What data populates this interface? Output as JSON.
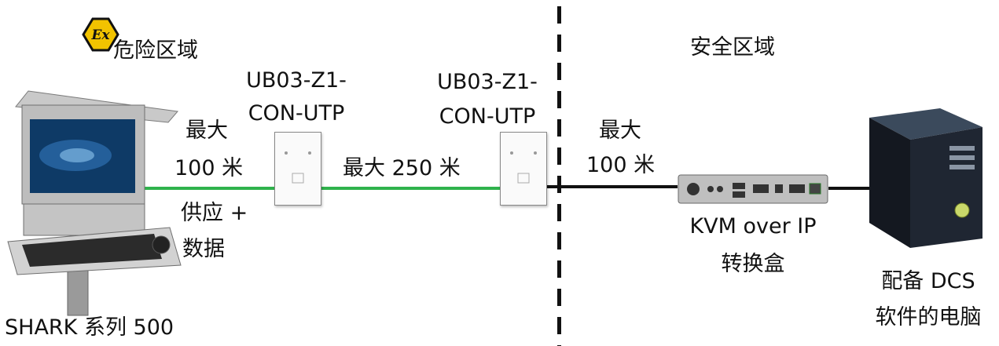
{
  "zones": {
    "hazardous": {
      "title": "危险区域",
      "ex_mark": "Ex"
    },
    "safe": {
      "title": "安全区域"
    }
  },
  "devices": {
    "shark": {
      "caption": "SHARK 系列 500"
    },
    "ub1": {
      "caption_line1": "UB03-Z1-",
      "caption_line2": "CON-UTP"
    },
    "ub2": {
      "caption_line1": "UB03-Z1-",
      "caption_line2": "CON-UTP"
    },
    "kvm": {
      "caption_line1": "KVM over IP",
      "caption_line2": "转换盒"
    },
    "pc": {
      "caption_line1": "配备 DCS",
      "caption_line2": "软件的电脑"
    }
  },
  "links": {
    "segment1": {
      "line1": "最大",
      "line2": "100 米",
      "line3": "供应 +",
      "line4": "数据",
      "color": "#2fb24c"
    },
    "segment2": {
      "line1": "最大 250 米",
      "color": "#2fb24c"
    },
    "segment3": {
      "line1": "最大",
      "line2": "100 米",
      "color": "#111111"
    }
  },
  "colors": {
    "ex_badge": "#f2c300",
    "cable_green": "#2fb24c",
    "cable_black": "#111111"
  }
}
